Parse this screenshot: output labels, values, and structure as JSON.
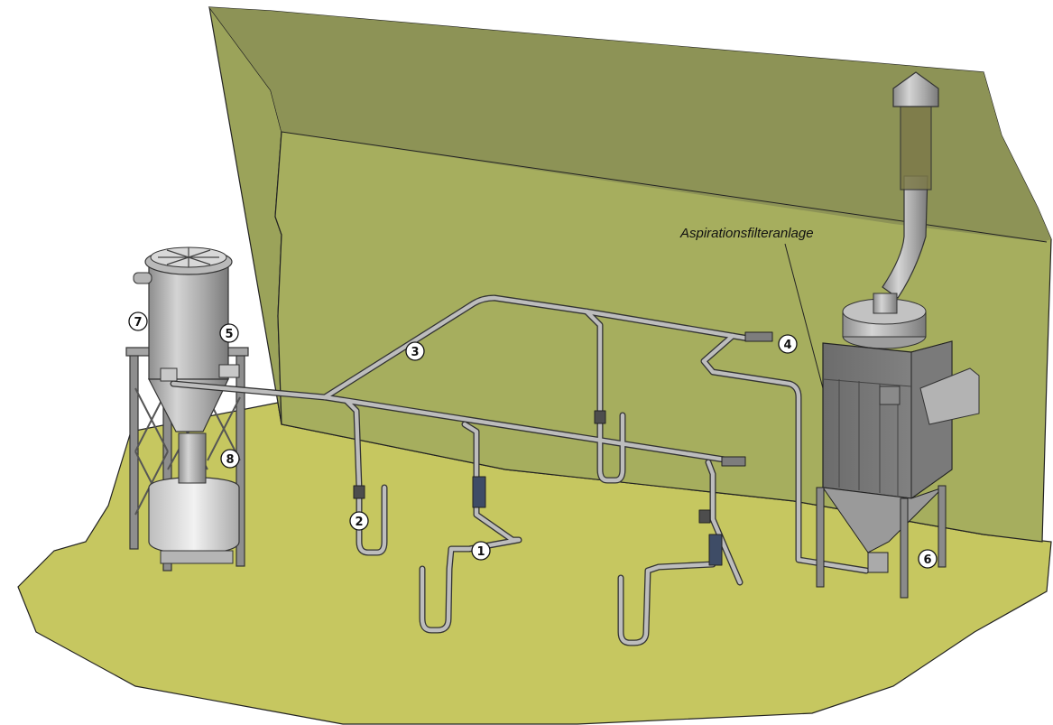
{
  "diagram": {
    "caption": "Aspirationsfilteranlage",
    "callouts": [
      "1",
      "2",
      "3",
      "4",
      "5",
      "6",
      "7",
      "8"
    ]
  },
  "colors": {
    "floor": "#c6c760",
    "wall_lower": "#a4ad5d",
    "wall_upper": "#8b9155",
    "metal_light": "#c9c9c9",
    "metal_mid": "#9a9a9a",
    "metal_dark": "#555555",
    "blue_accent": "#3e4c66"
  }
}
